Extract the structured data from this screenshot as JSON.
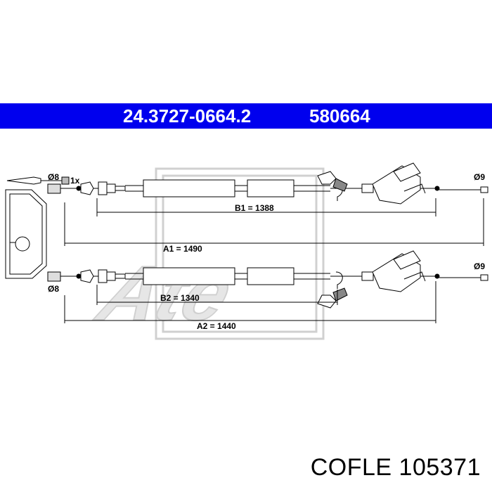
{
  "header": {
    "article_number": "24.3727-0664.2",
    "ref_number": "580664"
  },
  "accessory": {
    "qty_label": "1x"
  },
  "cable_top": {
    "left_diameter": "Ø8",
    "right_diameter": "Ø9",
    "inner_length_label": "B1 = 1388",
    "outer_length_label": "A1 = 1490"
  },
  "cable_bottom": {
    "left_diameter": "Ø8",
    "right_diameter": "Ø9",
    "inner_length_label": "B2 = 1340",
    "outer_length_label": "A2 = 1440"
  },
  "footer": {
    "caption": "COFLE 105371"
  },
  "colors": {
    "banner": "#0000ee",
    "banner_text": "#ffffff",
    "line": "#000000",
    "watermark": "#d0d0d0"
  }
}
